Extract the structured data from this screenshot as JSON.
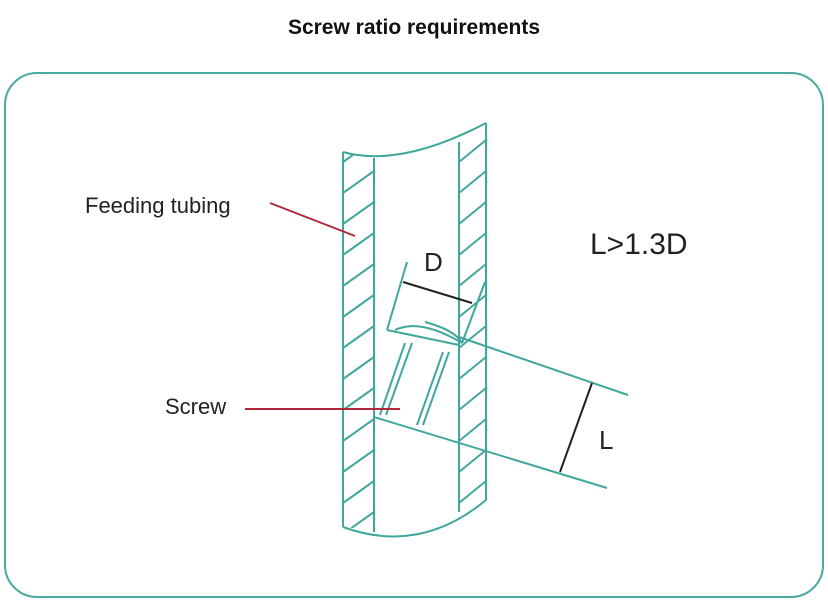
{
  "title": "Screw ratio requirements",
  "labels": {
    "feeding_tubing": "Feeding tubing",
    "screw": "Screw",
    "d": "D",
    "l": "L",
    "formula": "L>1.3D"
  },
  "colors": {
    "line": "#3fa79c",
    "leader": "#b0283a",
    "dimension": "#222222"
  }
}
